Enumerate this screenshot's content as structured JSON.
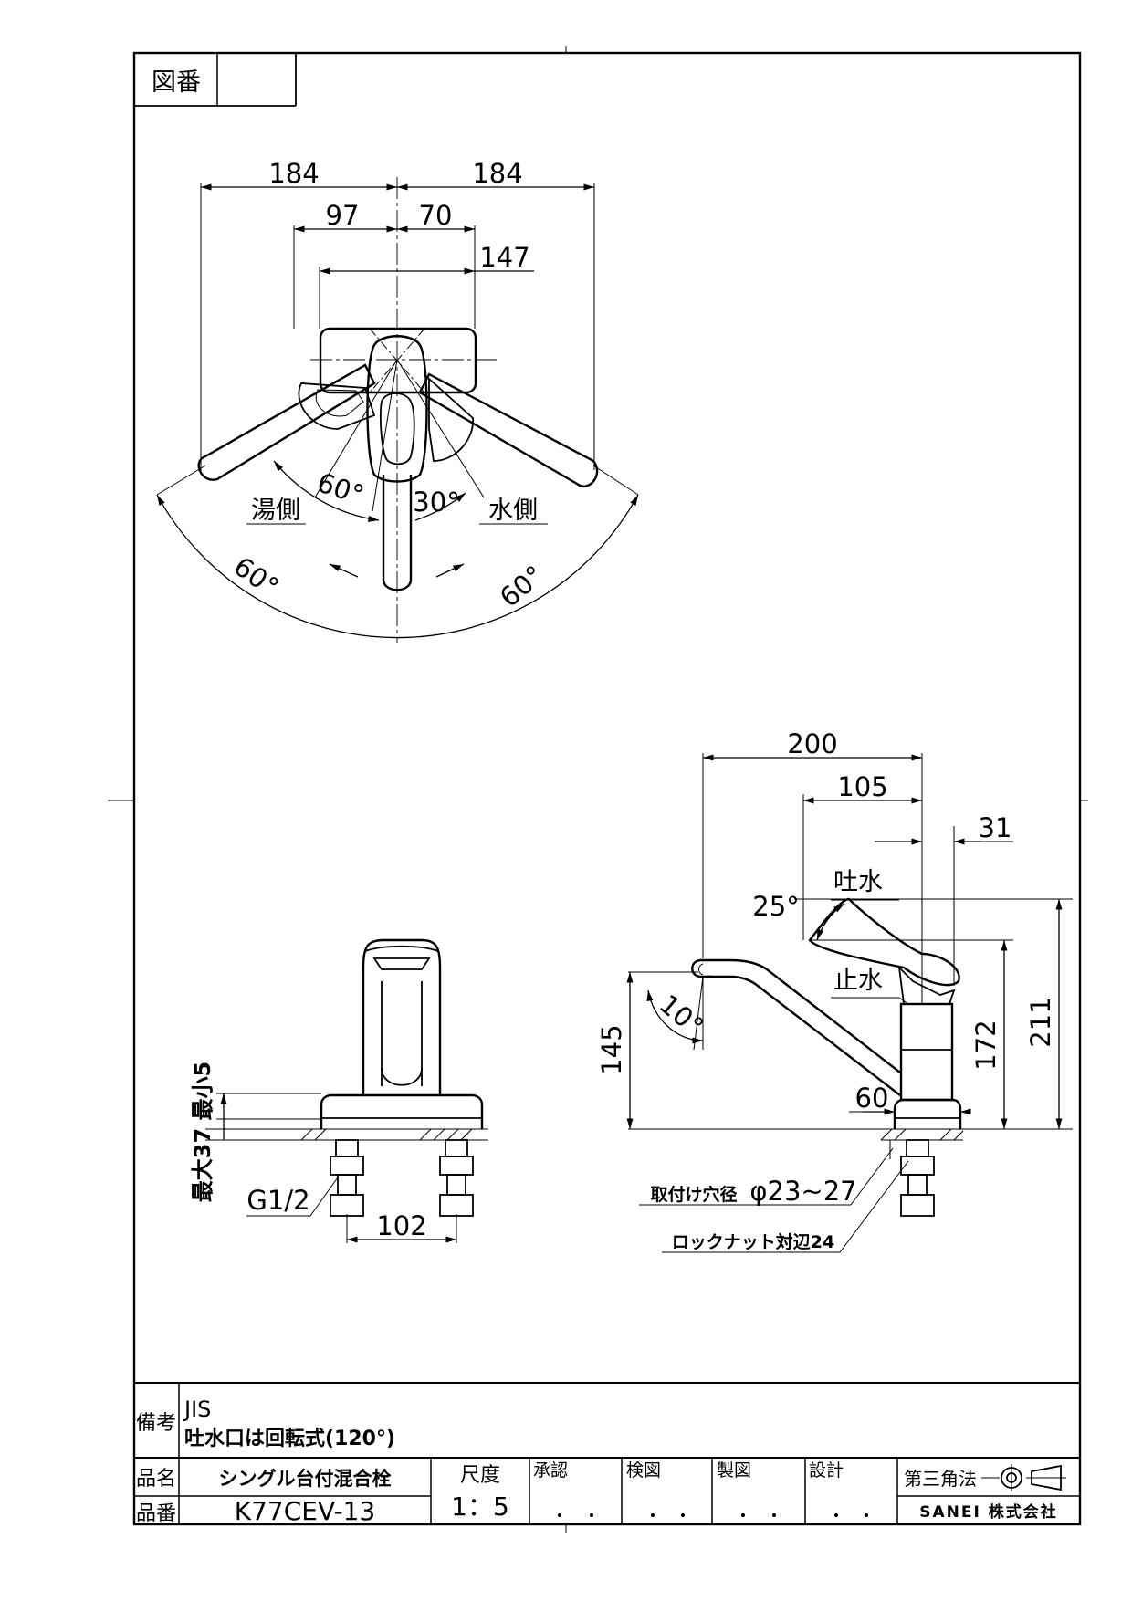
{
  "title_block": {
    "zuban_label": "図番",
    "zuban_value": "",
    "bikou_label": "備考",
    "bikou_line1": "JIS",
    "bikou_line2": "吐水口は回転式(120°)",
    "hinmei_label": "品名",
    "hinmei_value": "シングル台付混合栓",
    "hinban_label": "品番",
    "hinban_value": "K77CEV-13",
    "scale_label": "尺度",
    "scale_value": "1：5",
    "shounin_label": "承認",
    "kenzu_label": "検図",
    "seizu_label": "製図",
    "sekkei_label": "設計",
    "projection_label": "第三角法",
    "company": "SANEI 株式会社"
  },
  "top_view": {
    "dim_184_left": "184",
    "dim_184_right": "184",
    "dim_97": "97",
    "dim_70": "70",
    "dim_147": "147",
    "hot_side": "湯側",
    "cold_side": "水側",
    "angle_60_inner": "60°",
    "angle_30": "30°",
    "angle_60_left": "60°",
    "angle_60_right": "60°"
  },
  "front_view": {
    "max_min": "最大37 最小5",
    "thread": "G1/2",
    "dim_102": "102"
  },
  "side_view": {
    "dim_200": "200",
    "dim_105": "105",
    "dim_31": "31",
    "spout_label": "吐水",
    "stop_label": "止水",
    "angle_25": "25°",
    "angle_10": "10°",
    "dim_145": "145",
    "dim_172": "172",
    "dim_211": "211",
    "dim_60": "60",
    "mount_hole": "取付け穴径",
    "mount_hole_dim": "φ23~27",
    "locknut": "ロックナット対辺24"
  }
}
